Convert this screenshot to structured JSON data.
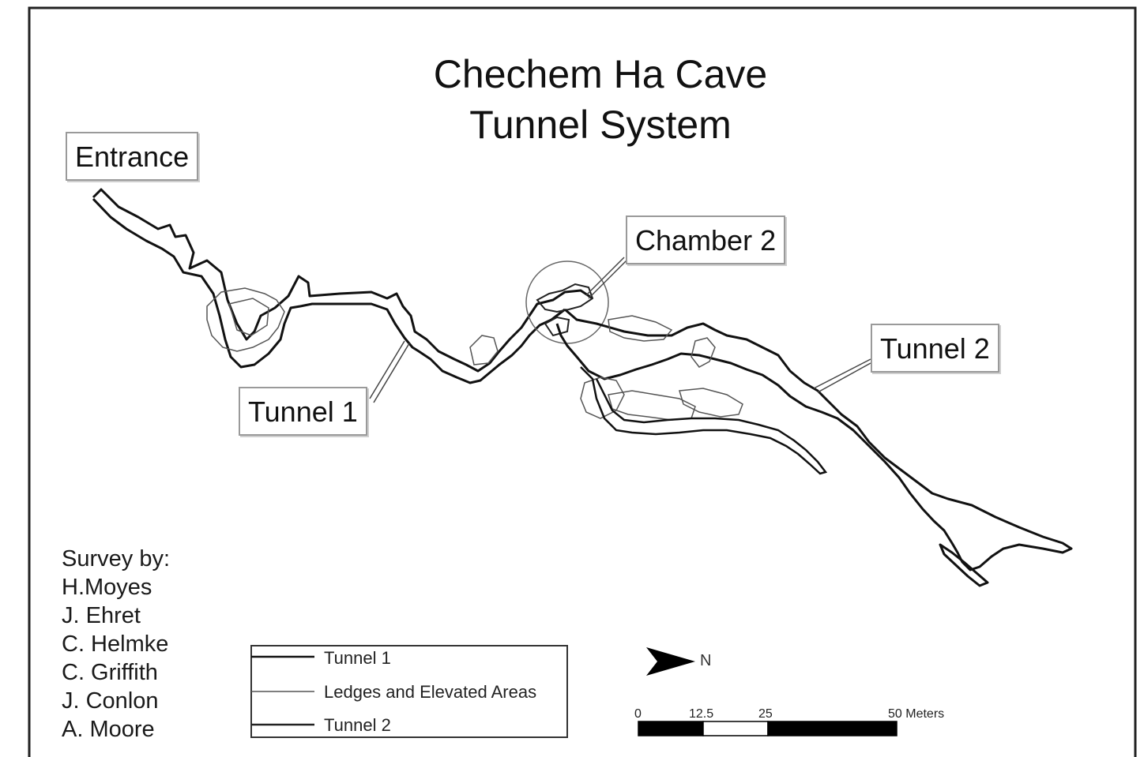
{
  "map": {
    "title_line1": "Chechem Ha Cave",
    "title_line2": "Tunnel System"
  },
  "labels": {
    "entrance": "Entrance",
    "chamber2": "Chamber 2",
    "tunnel1": "Tunnel 1",
    "tunnel2": "Tunnel 2"
  },
  "survey": {
    "heading": "Survey by:",
    "names": [
      "H.Moyes",
      "J. Ehret",
      "C. Helmke",
      "C. Griffith",
      "J. Conlon",
      "A. Moore"
    ]
  },
  "legend": {
    "items": [
      {
        "label": "Tunnel 1",
        "color": "#111111"
      },
      {
        "label": "Ledges and Elevated Areas",
        "color": "#555555"
      },
      {
        "label": "Tunnel 2",
        "color": "#222222"
      }
    ]
  },
  "north_arrow": {
    "label": "N",
    "icon": "north-arrow-icon"
  },
  "scale_bar": {
    "ticks": [
      "0",
      "12.5",
      "25",
      "50 Meters"
    ],
    "unit": "Meters"
  }
}
